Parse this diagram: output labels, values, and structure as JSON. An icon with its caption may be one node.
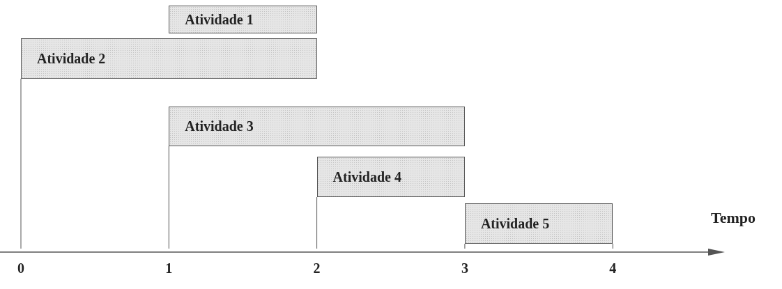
{
  "diagram": {
    "nodes": [
      {
        "text": [
          "Atividade 1"
        ]
      },
      {
        "text": [
          "Atividade 2"
        ]
      },
      {
        "text": [
          "Atividade 3"
        ]
      },
      {
        "text": [
          "Atividade 4"
        ]
      },
      {
        "text": [
          "Atividade 5"
        ]
      },
      {
        "text": [],
        "shape": "arrow"
      }
    ],
    "edges": [
      {
        "from": 1,
        "to": 5,
        "arrow": "none"
      },
      {
        "from": 2,
        "to": 5,
        "arrow": "none"
      },
      {
        "from": 3,
        "to": 5,
        "arrow": "none"
      },
      {
        "from": 4,
        "to": 5,
        "arrow": "none"
      },
      {
        "from": 4,
        "to": 5,
        "arrow": "none"
      }
    ],
    "labels": [
      "Tempo",
      "0",
      "1",
      "2",
      "3",
      "4"
    ]
  }
}
